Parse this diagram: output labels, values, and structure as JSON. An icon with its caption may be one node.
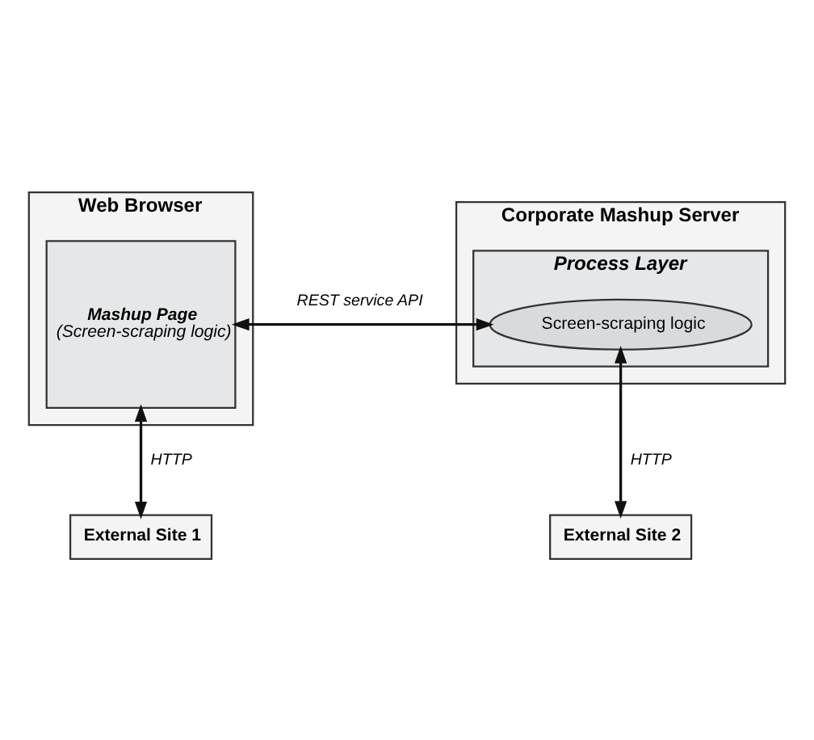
{
  "diagram": {
    "nodes": [
      {
        "text": [
          "Web Browser"
        ]
      },
      {
        "text": [
          "Mashup Page",
          "(Screen-scraping logic)"
        ],
        "in": 0
      },
      {
        "text": [
          "Corporate Mashup Server"
        ]
      },
      {
        "text": [
          "Process Layer"
        ],
        "in": 2
      },
      {
        "text": [
          "Screen-scraping logic"
        ],
        "in": 3
      },
      {
        "text": [
          "External Site 1"
        ]
      },
      {
        "text": [
          "External Site 2"
        ]
      }
    ],
    "edges": [
      {
        "from": 1,
        "to": 4,
        "arrow": "both",
        "label": "REST service API"
      },
      {
        "from": 1,
        "to": 5,
        "arrow": "both",
        "label": "HTTP"
      },
      {
        "from": 4,
        "to": 6,
        "arrow": "both",
        "label": "HTTP"
      }
    ]
  }
}
